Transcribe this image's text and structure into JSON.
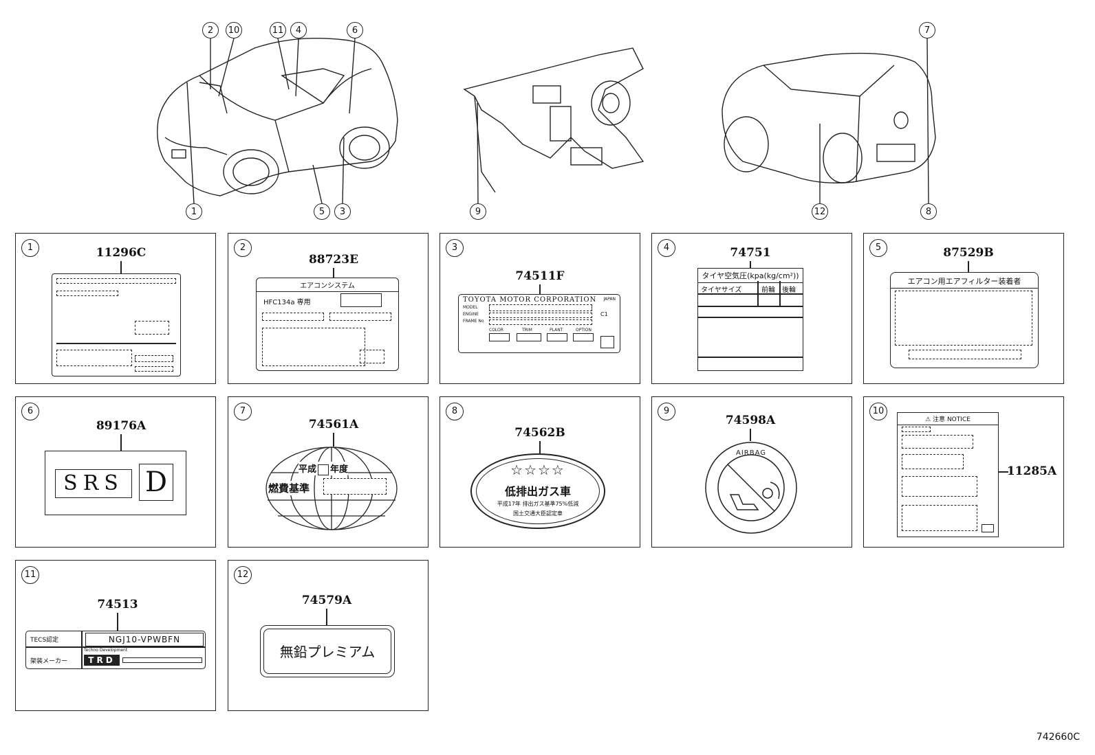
{
  "callouts": [
    "1",
    "2",
    "3",
    "4",
    "5",
    "6",
    "7",
    "8",
    "9",
    "10",
    "11",
    "12"
  ],
  "panels": [
    {
      "num": "1",
      "part": "11296C"
    },
    {
      "num": "2",
      "part": "88723E",
      "label_title": "エアコンシステム",
      "label_refrigerant": "HFC134a 専用"
    },
    {
      "num": "3",
      "part": "74511F",
      "label_maker": "TOYOTA MOTOR CORPORATION",
      "label_country": "JAPAN",
      "label_model": "MODEL",
      "label_engine": "ENGINE",
      "label_frame": "FRAME No",
      "label_color": "COLOR",
      "label_trim": "TRIM",
      "label_plant": "PLANT",
      "label_option": "OPTION",
      "label_c1": "C1"
    },
    {
      "num": "4",
      "part": "74751",
      "label_title": "タイヤ空気圧(kpa(kg/cm²))",
      "label_size": "タイヤサイズ",
      "label_front": "前輪",
      "label_rear": "後輪"
    },
    {
      "num": "5",
      "part": "87529B",
      "label_title": "エアコン用エアフィルター装着者"
    },
    {
      "num": "6",
      "part": "89176A",
      "label_srs": "SRS",
      "label_d": "D"
    },
    {
      "num": "7",
      "part": "74561A",
      "label_year": "平成",
      "label_year2": "年度",
      "label_fuel": "燃費基準"
    },
    {
      "num": "8",
      "part": "74562B",
      "label_stars": "☆☆☆☆",
      "label_main": "低排出ガス車",
      "label_line1": "平成17年 排出ガス基準75%低減",
      "label_line2": "国土交通大臣認定車"
    },
    {
      "num": "9",
      "part": "74598A",
      "label_airbag": "AIRBAG"
    },
    {
      "num": "10",
      "part": "11285A",
      "label_notice": "NOTICE",
      "label_caution": "注意"
    },
    {
      "num": "11",
      "part": "74513",
      "label_left1": "TECS認定",
      "label_model": "NGJ10-VPWBFN",
      "label_left2": "架装メーカー",
      "label_tech": "Techno Development",
      "label_trd": "TRD"
    },
    {
      "num": "12",
      "part": "74579A",
      "label_text": "無鉛プレミアム"
    }
  ],
  "footer_code": "742660C"
}
